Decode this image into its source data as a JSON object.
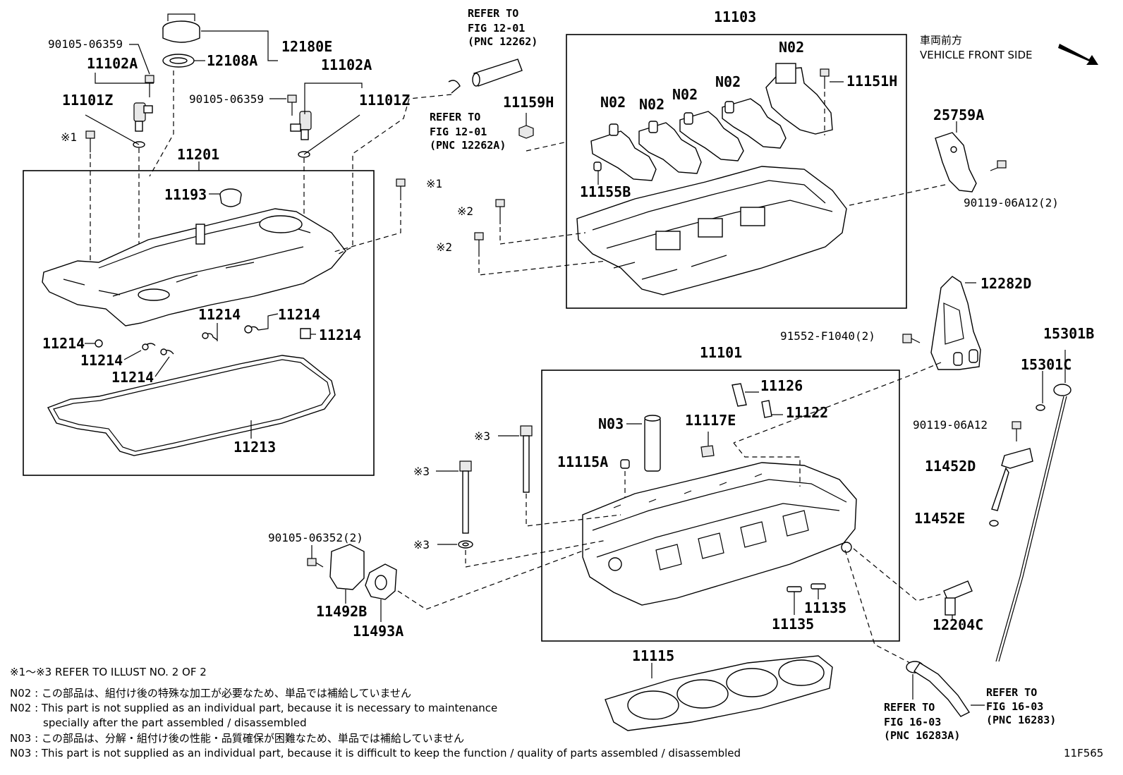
{
  "header": {
    "front_jp": "車両前方",
    "front_en": "VEHICLE FRONT SIDE"
  },
  "labels": {
    "p11103": "11103",
    "p12180E": "12180E",
    "p12108A": "12108A",
    "p90105_06359_a": "90105-06359",
    "p90105_06359_b": "90105-06359",
    "p11102A_a": "11102A",
    "p11102A_b": "11102A",
    "p11101Z_a": "11101Z",
    "p11101Z_b": "11101Z",
    "p11201": "11201",
    "p11193": "11193",
    "p11214_a": "11214",
    "p11214_b": "11214",
    "p11214_c": "11214",
    "p11214_d": "11214",
    "p11214_e": "11214",
    "p11214_f": "11214",
    "p11213": "11213",
    "p11159H": "11159H",
    "p11155B": "11155B",
    "p11151H": "11151H",
    "n02_a": "N02",
    "n02_b": "N02",
    "n02_c": "N02",
    "n02_d": "N02",
    "n02_e": "N02",
    "p25759A": "25759A",
    "p90119_06A12_2": "90119-06A12(2)",
    "p12282D": "12282D",
    "p91552_F1040_2": "91552-F1040(2)",
    "p15301B": "15301B",
    "p15301C": "15301C",
    "p90119_06A12": "90119-06A12",
    "p11452D": "11452D",
    "p11452E": "11452E",
    "p11101": "11101",
    "p11126": "11126",
    "p11122": "11122",
    "p11117E": "11117E",
    "n03": "N03",
    "p11115A": "11115A",
    "p11135_a": "11135",
    "p11135_b": "11135",
    "p12204C": "12204C",
    "p11115": "11115",
    "p90105_06352_2": "90105-06352(2)",
    "p11492B": "11492B",
    "p11493A": "11493A",
    "mark1_a": "※1",
    "mark1_b": "※1",
    "mark2_a": "※2",
    "mark2_b": "※2",
    "mark3_a": "※3",
    "mark3_b": "※3",
    "mark3_c": "※3"
  },
  "refs": {
    "r1_l1": "REFER TO",
    "r1_l2": "FIG 12-01",
    "r1_l3": "(PNC 12262)",
    "r2_l1": "REFER TO",
    "r2_l2": "FIG 12-01",
    "r2_l3": "(PNC 12262A)",
    "r3_l1": "REFER TO",
    "r3_l2": "FIG 16-03",
    "r3_l3": "(PNC 16283A)",
    "r4_l1": "REFER TO",
    "r4_l2": "FIG 16-03",
    "r4_l3": "(PNC 16283)"
  },
  "notes": {
    "n1": "※1～※3  REFER TO ILLUST NO. 2 OF 2",
    "n2": "N02 : この部品は、組付け後の特殊な加工が必要なため、単品では補給していません",
    "n3": "N02 : This part is not supplied as an individual part, because it is necessary to maintenance",
    "n3b": "specially after the part assembled / disassembled",
    "n4": "N03 : この部品は、分解・組付け後の性能・品質確保が困難なため、単品では補給していません",
    "n5": "N03 : This part is not supplied as an individual part, because it is difficult to keep the function / quality of parts  assembled / disassembled"
  },
  "figure_code": "11F565"
}
